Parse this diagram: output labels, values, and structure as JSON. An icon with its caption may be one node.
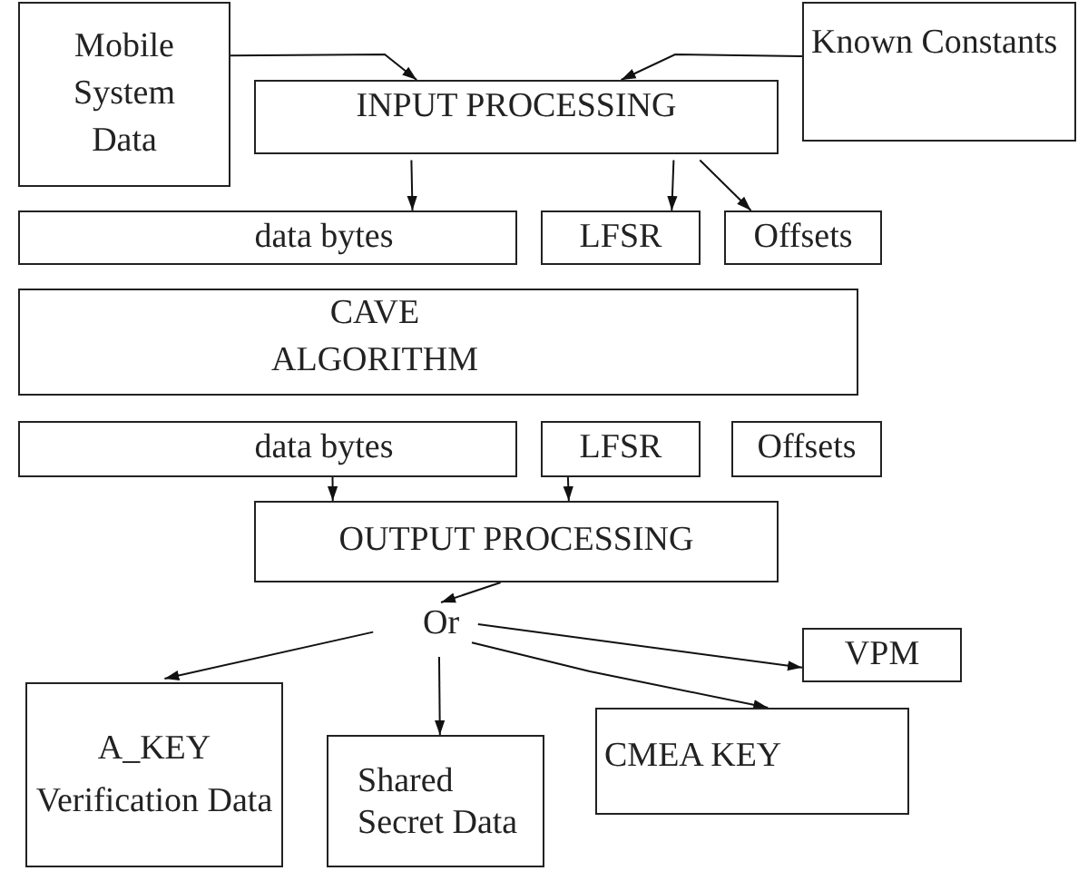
{
  "diagram": {
    "nodes": [
      {
        "text": [
          "Mobile System Data"
        ]
      },
      {
        "text": [
          "Known Constants"
        ]
      },
      {
        "text": [
          "INPUT PROCESSING"
        ]
      },
      {
        "text": [
          "data bytes"
        ]
      },
      {
        "text": [
          "LFSR"
        ]
      },
      {
        "text": [
          "Offsets"
        ]
      },
      {
        "text": [
          "CAVE ALGORITHM"
        ]
      },
      {
        "text": [
          "data bytes"
        ]
      },
      {
        "text": [
          "LFSR"
        ]
      },
      {
        "text": [
          "Offsets"
        ]
      },
      {
        "text": [
          "OUTPUT PROCESSING"
        ]
      },
      {
        "text": [
          "Or"
        ]
      },
      {
        "text": [
          "VPM"
        ]
      },
      {
        "text": [
          "A_KEY Verification Data"
        ]
      },
      {
        "text": [
          "Shared Secret Data"
        ]
      },
      {
        "text": [
          "CMEA KEY"
        ]
      }
    ],
    "edges": [
      {
        "from": 0,
        "to": 2,
        "arrow": "to"
      },
      {
        "from": 1,
        "to": 2,
        "arrow": "to"
      },
      {
        "from": 2,
        "to": 3,
        "arrow": "to"
      },
      {
        "from": 2,
        "to": 4,
        "arrow": "to"
      },
      {
        "from": 2,
        "to": 5,
        "arrow": "to"
      },
      {
        "from": 7,
        "to": 10,
        "arrow": "to"
      },
      {
        "from": 8,
        "to": 10,
        "arrow": "to"
      },
      {
        "from": 10,
        "to": 11,
        "arrow": "to"
      },
      {
        "from": 11,
        "to": 13,
        "arrow": "to"
      },
      {
        "from": 11,
        "to": 14,
        "arrow": "to"
      },
      {
        "from": 11,
        "to": 15,
        "arrow": "to"
      },
      {
        "from": 11,
        "to": 12,
        "arrow": "to"
      }
    ]
  }
}
